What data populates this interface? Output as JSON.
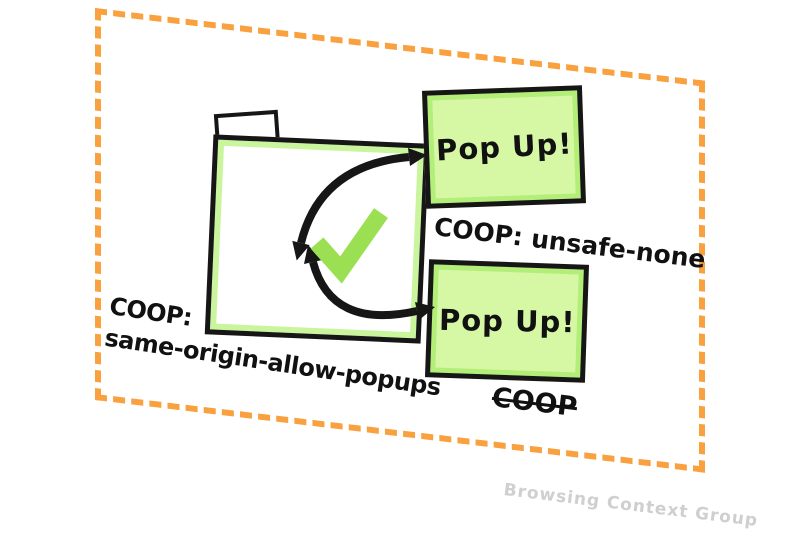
{
  "diagram": {
    "title_context": "COOP popup policy diagram",
    "popup_top": {
      "label": "Pop Up!",
      "caption": "COOP: unsafe-none"
    },
    "popup_bottom": {
      "label": "Pop Up!",
      "caption": "COOP"
    },
    "left_label": {
      "line1": "COOP:",
      "line2": "same-origin-allow-popups"
    },
    "watermark": "Browsing Context Group",
    "colors": {
      "frame_orange": "#f9a03f",
      "popup_fill": "#d6f8a4",
      "popup_inner_stroke": "#b2ee78",
      "window_inner_stroke": "#c9f59d",
      "check_green": "#9bdf52",
      "ink_black": "#161616",
      "watermark_gray": "#cfcfcf"
    }
  }
}
